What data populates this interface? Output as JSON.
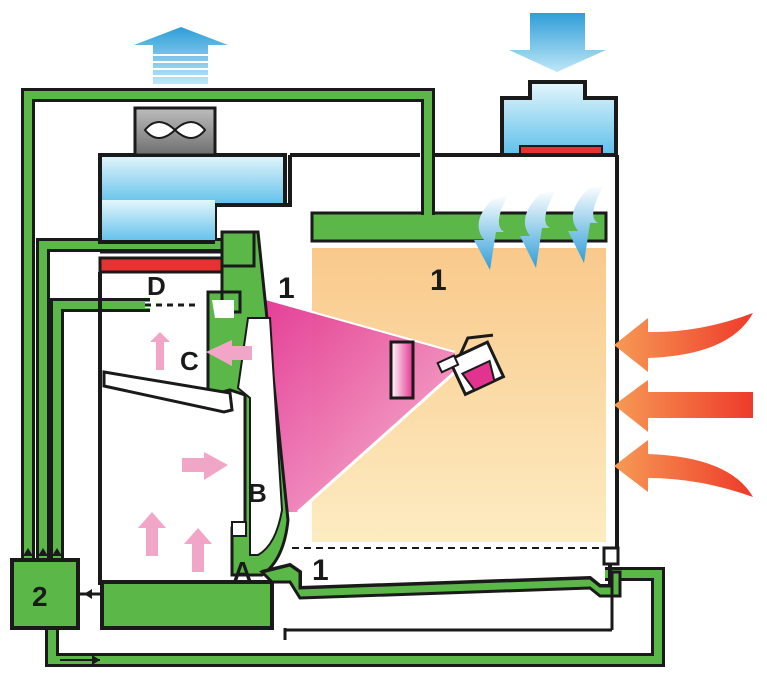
{
  "labels": {
    "zone_1_left": "1",
    "zone_1_right": "1",
    "zone_1_floor": "1",
    "point_a": "A",
    "point_b": "B",
    "point_c": "C",
    "point_d": "D",
    "unit_2": "2"
  },
  "colors": {
    "duct_green": "#5bb848",
    "outline": "#1a1a1a",
    "hood_blue_top": "#c9ecf8",
    "hood_blue_bottom": "#6ec6ea",
    "filter_red": "#e63232",
    "booth_peach_top": "#f9c98b",
    "booth_peach_bottom": "#fde8b8",
    "spray_magenta": "#e3338f",
    "airflow_pink": "#f2a6c7",
    "heat_orange": "#f26522",
    "exhaust_blue": "#2f9ed8",
    "fan_grey": "#8c8c8c"
  },
  "icons": {
    "exhaust": "exhaust-arrow-up-icon",
    "intake": "intake-arrow-down-icon",
    "fan": "fan-icon",
    "spray_gun": "spray-gun-icon",
    "heat": "heat-arrow-icon",
    "inflow": "inflow-wave-icon",
    "pink_flow": "airflow-arrow-icon"
  }
}
